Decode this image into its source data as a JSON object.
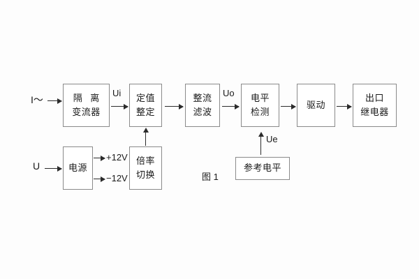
{
  "figure": {
    "caption": "图 1",
    "inputs": {
      "current": "I～",
      "voltage": "U"
    },
    "signals": {
      "ui": "Ui",
      "uo": "Uo",
      "ue": "Ue"
    },
    "power_rails": {
      "positive": "+12V",
      "negative": "−12V"
    },
    "blocks": [
      {
        "id": "isolation-transformer",
        "lines": [
          "隔 离",
          "变流器"
        ]
      },
      {
        "id": "setting-value",
        "lines": [
          "定值",
          "整定"
        ]
      },
      {
        "id": "rectify-filter",
        "lines": [
          "整流",
          "滤波"
        ]
      },
      {
        "id": "level-detection",
        "lines": [
          "电平",
          "检测"
        ]
      },
      {
        "id": "drive",
        "lines": [
          "驱动"
        ]
      },
      {
        "id": "output-relay",
        "lines": [
          "出口",
          "继电器"
        ]
      },
      {
        "id": "power-supply",
        "lines": [
          "电源"
        ]
      },
      {
        "id": "multiplier-switch",
        "lines": [
          "倍率",
          "切换"
        ]
      },
      {
        "id": "reference-level",
        "lines": [
          "参考电平"
        ]
      }
    ],
    "colors": {
      "background": "#fdfdfd",
      "box_border": "#8a8a8a",
      "line": "#2b2b2b",
      "text": "#1a1a1a"
    }
  }
}
